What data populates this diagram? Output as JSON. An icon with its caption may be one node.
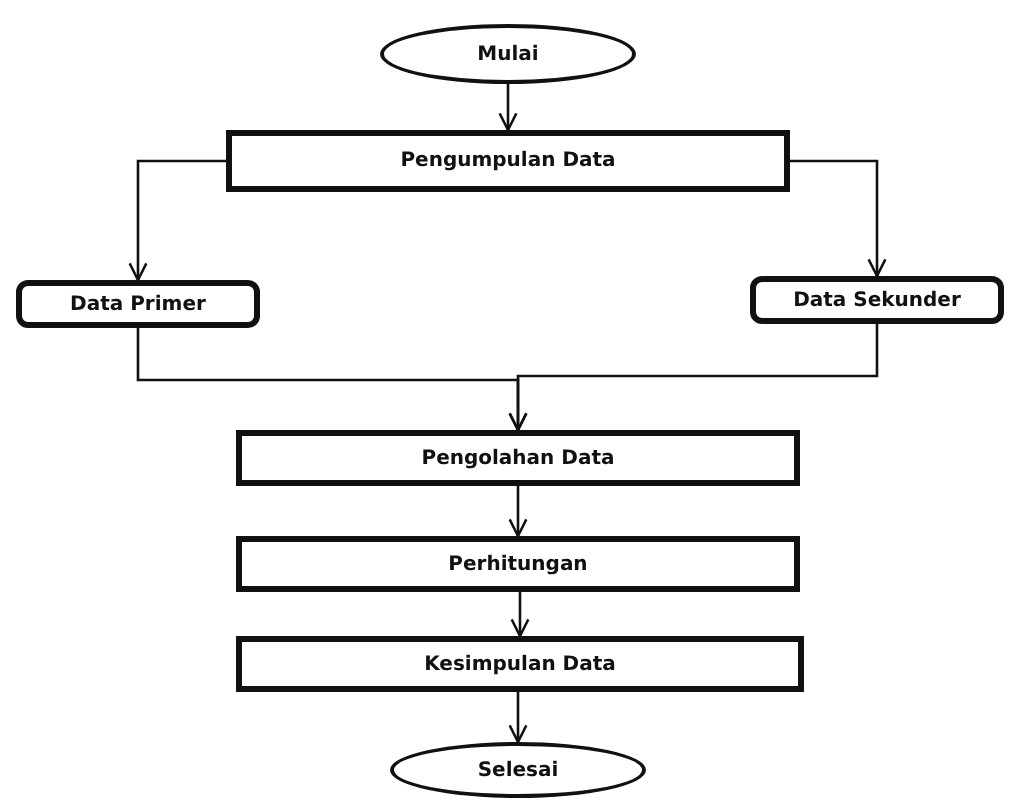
{
  "diagram": {
    "nodes": [
      {
        "text": [
          "Mulai"
        ]
      },
      {
        "text": [
          "Pengumpulan Data"
        ]
      },
      {
        "text": [
          "Data Primer"
        ]
      },
      {
        "text": [
          "Data Sekunder"
        ]
      },
      {
        "text": [
          "Pengolahan Data"
        ]
      },
      {
        "text": [
          "Perhitungan"
        ]
      },
      {
        "text": [
          "Kesimpulan Data"
        ]
      },
      {
        "text": [
          "Selesai"
        ]
      }
    ],
    "edges": [
      {
        "from": 0,
        "to": 1,
        "arrow": "to"
      },
      {
        "from": 1,
        "to": 2,
        "arrow": "to"
      },
      {
        "from": 1,
        "to": 3,
        "arrow": "to"
      },
      {
        "from": 2,
        "to": 4,
        "arrow": "to"
      },
      {
        "from": 3,
        "to": 4,
        "arrow": "to"
      },
      {
        "from": 4,
        "to": 5,
        "arrow": "to"
      },
      {
        "from": 5,
        "to": 6,
        "arrow": "to"
      },
      {
        "from": 6,
        "to": 7,
        "arrow": "to"
      }
    ]
  }
}
